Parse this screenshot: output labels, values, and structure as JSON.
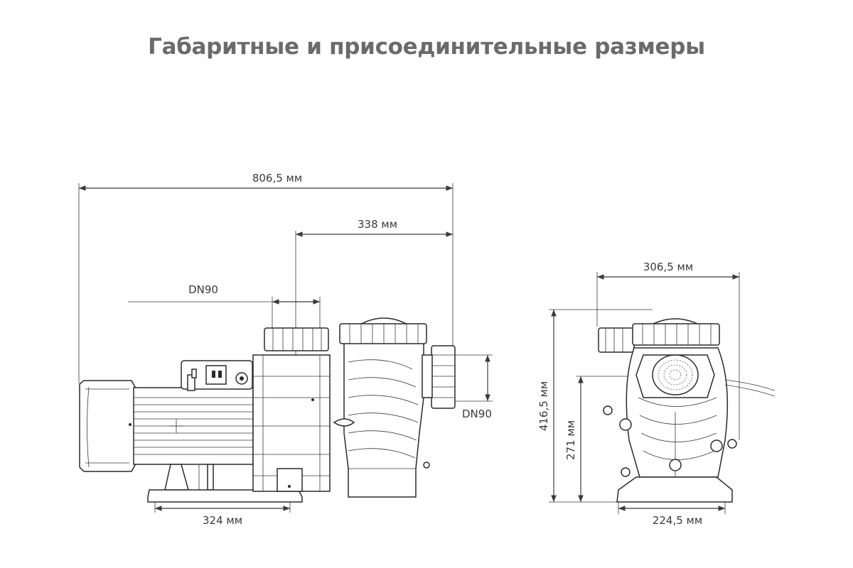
{
  "title": "Габаритные и присоединительные размеры",
  "side_view": {
    "overall_length": "806,5 мм",
    "inlet_to_end": "338 мм",
    "inlet_label": "DN90",
    "outlet_label": "DN90",
    "base_length": "324 мм"
  },
  "front_view": {
    "overall_width": "306,5 мм",
    "overall_height": "416,5 мм",
    "axis_height": "271 мм",
    "base_width": "224,5 мм"
  }
}
